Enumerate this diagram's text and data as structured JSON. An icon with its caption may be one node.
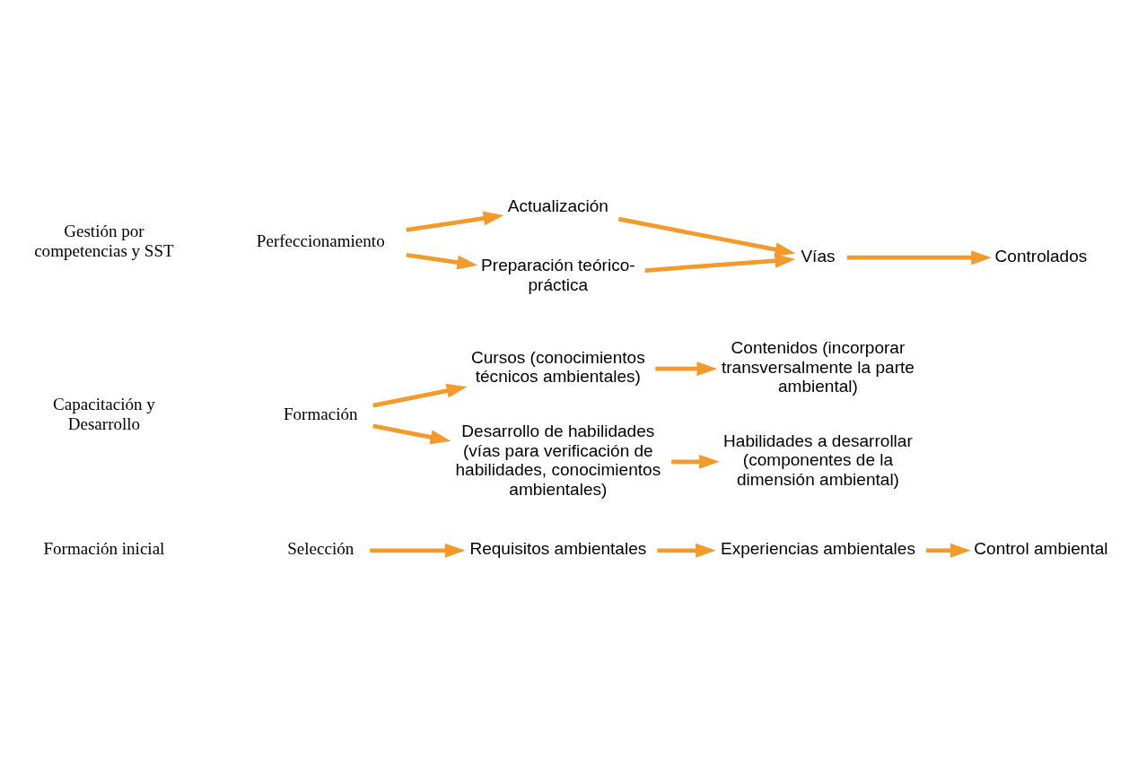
{
  "diagram": {
    "nodes": [
      {
        "text": [
          "Selección"
        ]
      },
      {
        "text": [
          "Requisitos ambientales"
        ]
      },
      {
        "text": [
          "Experiencias ambientales"
        ]
      },
      {
        "text": [
          "Control ambiental"
        ]
      },
      {
        "text": [
          "Formación"
        ]
      },
      {
        "text": [
          "Cursos (conocimientos técnicos ambientales)"
        ]
      },
      {
        "text": [
          "Contenidos (incorporar transversalmente la parte ambiental)"
        ]
      },
      {
        "text": [
          "Desarrollo de habilidades (vías para verificación de habilidades, conocimientos ambientales)"
        ]
      },
      {
        "text": [
          "Habilidades a desarrollar (componentes de la dimensión ambiental)"
        ]
      },
      {
        "text": [
          "Perfeccionamiento"
        ]
      },
      {
        "text": [
          "Actualización"
        ]
      },
      {
        "text": [
          "Preparación teórico-práctica"
        ]
      },
      {
        "text": [
          "Vías"
        ]
      },
      {
        "text": [
          "Controlados"
        ]
      }
    ],
    "edges": [
      {
        "from": 0,
        "to": 1,
        "arrow": "to"
      },
      {
        "from": 1,
        "to": 2,
        "arrow": "to"
      },
      {
        "from": 2,
        "to": 3,
        "arrow": "to"
      },
      {
        "from": 4,
        "to": 5,
        "arrow": "to"
      },
      {
        "from": 4,
        "to": 7,
        "arrow": "to"
      },
      {
        "from": 5,
        "to": 6,
        "arrow": "to"
      },
      {
        "from": 7,
        "to": 8,
        "arrow": "to"
      },
      {
        "from": 9,
        "to": 10,
        "arrow": "to"
      },
      {
        "from": 9,
        "to": 11,
        "arrow": "to"
      },
      {
        "from": 10,
        "to": 12,
        "arrow": "to"
      },
      {
        "from": 11,
        "to": 12,
        "arrow": "to"
      },
      {
        "from": 12,
        "to": 13,
        "arrow": "to"
      }
    ],
    "labels": [
      "Formación inicial",
      "Capacitación y Desarrollo",
      "Gestión por competencias y SST"
    ]
  }
}
